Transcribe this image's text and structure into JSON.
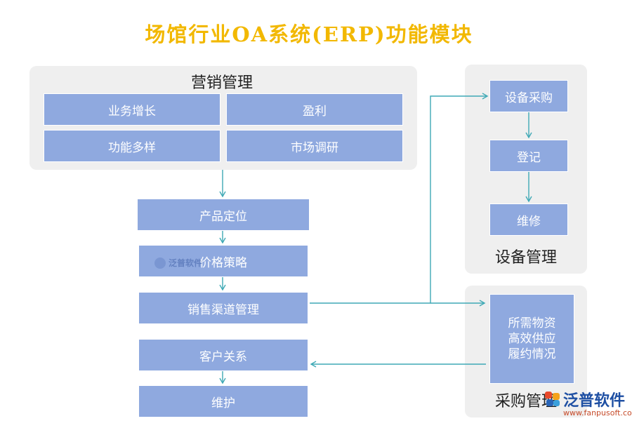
{
  "title": "场馆行业OA系统(ERP)功能模块",
  "marketing": {
    "label": "营销管理",
    "items": [
      "业务增长",
      "盈利",
      "功能多样",
      "市场调研"
    ]
  },
  "flow": [
    "产品定位",
    "价格策略",
    "销售渠道管理",
    "客户关系",
    "维护"
  ],
  "equipment": {
    "label": "设备管理",
    "items": [
      "设备采购",
      "登记",
      "维修"
    ]
  },
  "procurement": {
    "label": "采购管理",
    "lines": [
      "所需物资",
      "高效供应",
      "履约情况"
    ]
  },
  "watermark": "泛普软件",
  "brand": {
    "name": "泛普软件",
    "url": "www.fanpusoft.com"
  },
  "colors": {
    "title": "#f2b800",
    "box": "#8fa9df",
    "panel": "#efefef",
    "arrow": "#3fa9b5"
  }
}
